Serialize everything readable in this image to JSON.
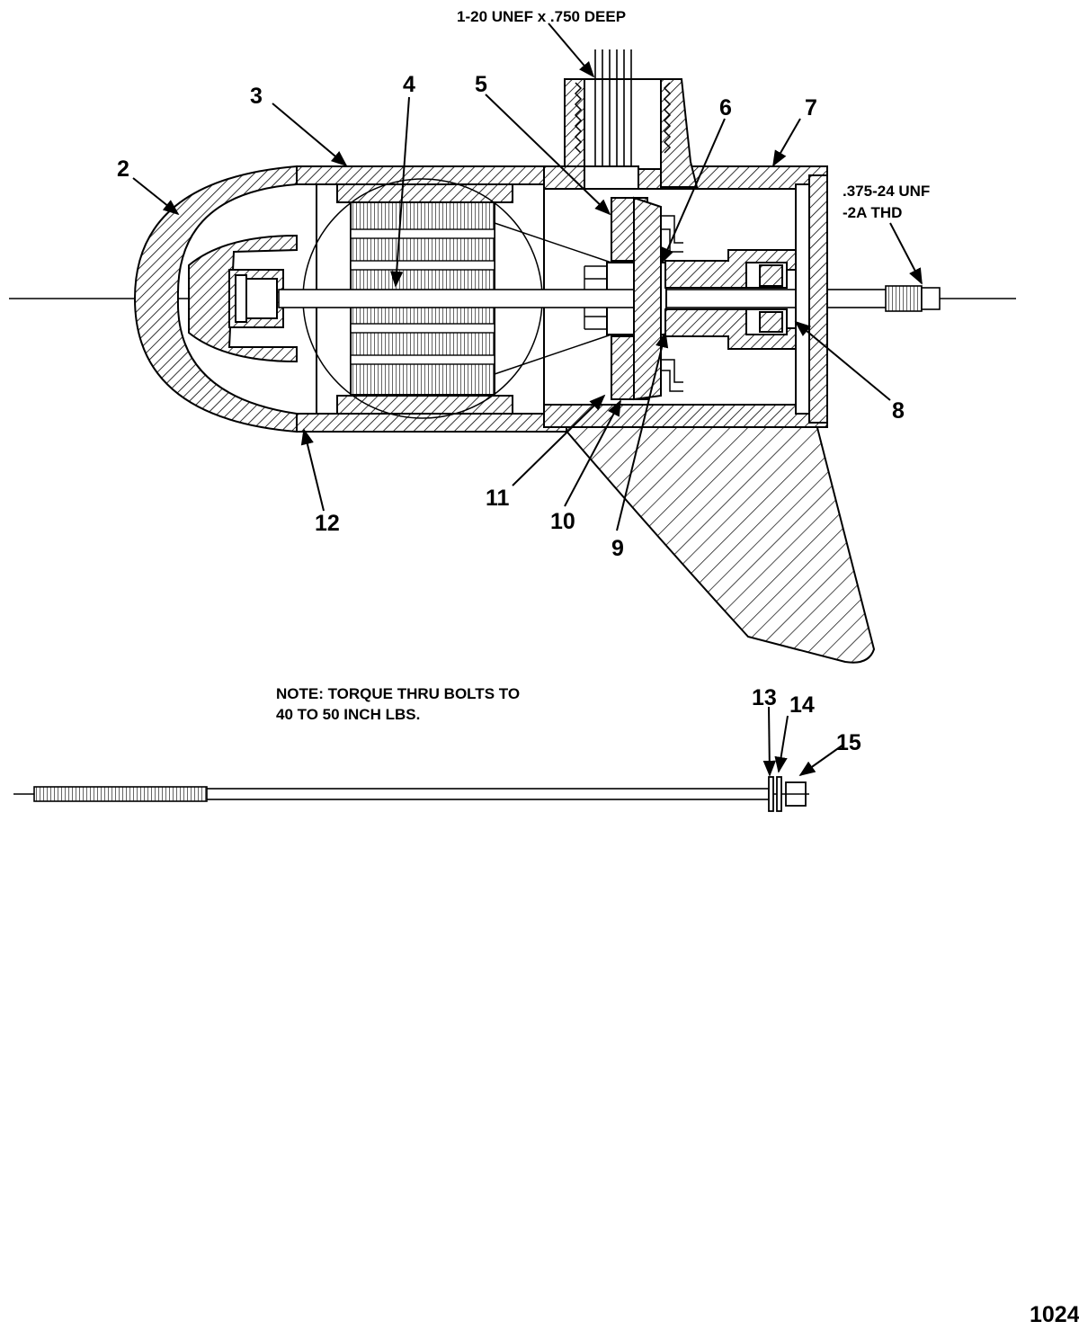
{
  "callouts": {
    "c2": "2",
    "c3": "3",
    "c4": "4",
    "c5": "5",
    "c6": "6",
    "c7": "7",
    "c8": "8",
    "c9": "9",
    "c10": "10",
    "c11": "11",
    "c12": "12",
    "c13": "13",
    "c14": "14",
    "c15": "15"
  },
  "annotations": {
    "top_thread": "1-20 UNEF x .750 DEEP",
    "shaft_thread_line1": ".375-24 UNF",
    "shaft_thread_line2": "-2A THD",
    "note_line1": "NOTE: TORQUE THRU BOLTS TO",
    "note_line2": "40 TO 50 INCH LBS."
  },
  "figure_number": "1024"
}
